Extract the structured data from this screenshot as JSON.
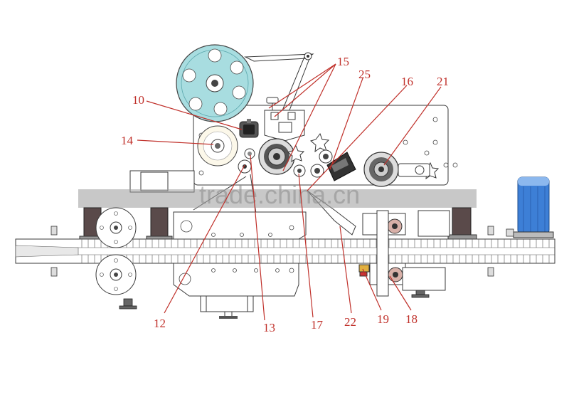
{
  "watermark": "trade.china.cn",
  "callouts": [
    {
      "label": "15"
    },
    {
      "label": "25"
    },
    {
      "label": "16"
    },
    {
      "label": "21"
    },
    {
      "label": "10"
    },
    {
      "label": "14"
    },
    {
      "label": "12"
    },
    {
      "label": "13"
    },
    {
      "label": "17"
    },
    {
      "label": "22"
    },
    {
      "label": "19"
    },
    {
      "label": "18"
    }
  ],
  "colors": {
    "callout": "#c0302a",
    "label_roll": "#a8dde0",
    "motor_blue": "#3d7fd6",
    "machine_line": "#3a3a3a",
    "motor_dark": "#5a4a4a"
  }
}
